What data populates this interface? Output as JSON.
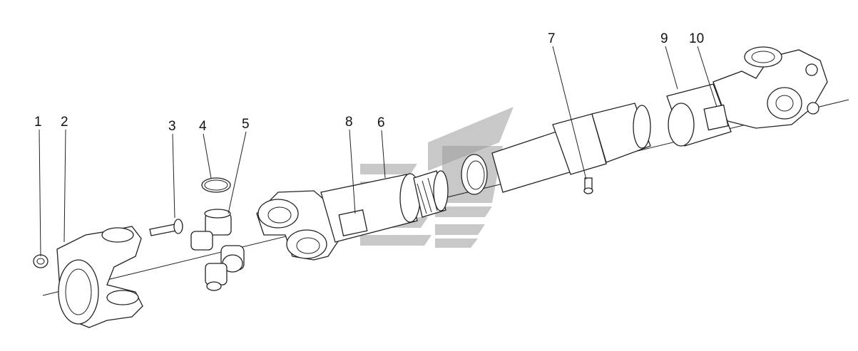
{
  "diagram": {
    "callouts": [
      {
        "id": "c1",
        "label": "1"
      },
      {
        "id": "c2",
        "label": "2"
      },
      {
        "id": "c3",
        "label": "3"
      },
      {
        "id": "c4",
        "label": "4"
      },
      {
        "id": "c5",
        "label": "5"
      },
      {
        "id": "c8",
        "label": "8"
      },
      {
        "id": "c6",
        "label": "6"
      },
      {
        "id": "c7",
        "label": "7"
      },
      {
        "id": "c9",
        "label": "9"
      },
      {
        "id": "c10",
        "label": "10"
      }
    ],
    "colors": {
      "line": "#222222",
      "watermark": "#9a9a9a",
      "background": "#ffffff"
    }
  }
}
